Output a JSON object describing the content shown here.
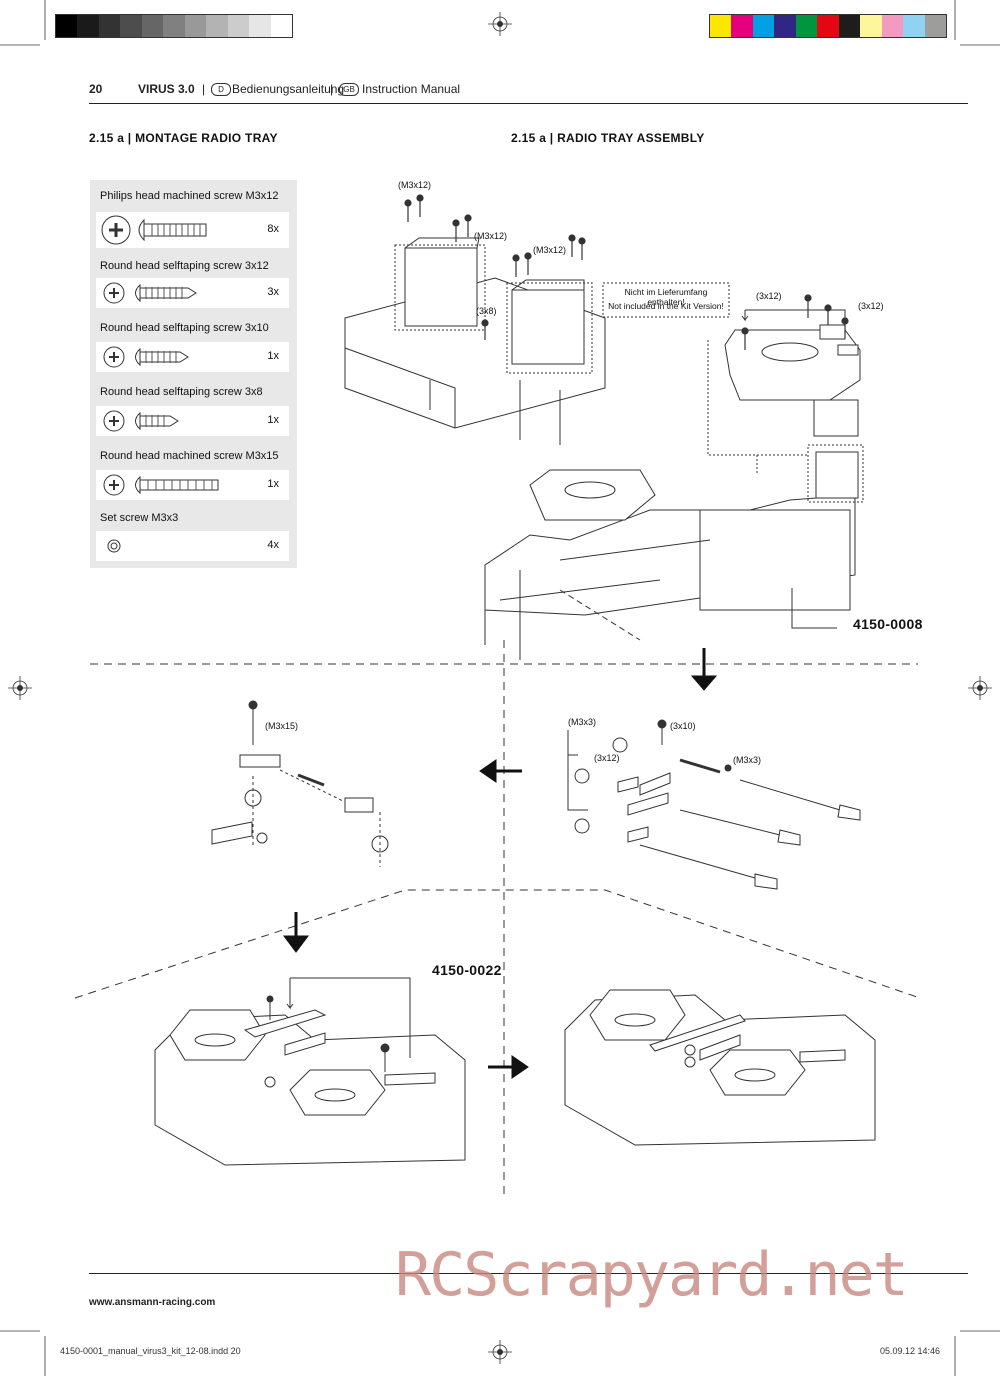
{
  "header": {
    "page_number": "20",
    "model": "VIRUS 3.0",
    "lang_de_badge": "D",
    "lang_de_label": "Bedienungsanleitung",
    "lang_gb_badge": "GB",
    "lang_gb_label": "Instruction Manual"
  },
  "sections": {
    "left_title": "2.15 a | MONTAGE RADIO TRAY",
    "right_title": "2.15 a | RADIO TRAY ASSEMBLY"
  },
  "parts_list": [
    {
      "name": "Philips head machined screw   M3x12",
      "qty": "8x",
      "icon": "philips-screw-icon"
    },
    {
      "name": "Round head selftaping screw   3x12",
      "qty": "3x",
      "icon": "selftaping-screw-icon"
    },
    {
      "name": "Round head selftaping screw   3x10",
      "qty": "1x",
      "icon": "selftaping-screw-icon"
    },
    {
      "name": "Round head selftaping screw   3x8",
      "qty": "1x",
      "icon": "selftaping-screw-icon"
    },
    {
      "name": "Round head machined screw   M3x15",
      "qty": "1x",
      "icon": "machined-screw-icon"
    },
    {
      "name": "Set screw   M3x3",
      "qty": "4x",
      "icon": "set-screw-icon"
    }
  ],
  "callouts": {
    "servo_screws_1": "(M3x12)",
    "servo_screws_2": "(M3x12)",
    "servo_screws_3": "(M3x12)",
    "screw_3x8": "(3x8)",
    "box_screws_a": "(3x12)",
    "box_screws_b": "(3x12)",
    "not_included_de": "Nicht im Lieferumfang enthalten!",
    "not_included_en": "Not included in the Kit Version!",
    "linkage_m3x15": "(M3x15)",
    "linkage_m3x3_a": "(M3x3)",
    "linkage_3x10": "(3x10)",
    "linkage_3x12": "(3x12)",
    "linkage_m3x3_b": "(M3x3)"
  },
  "part_numbers": {
    "tray": "4150-0008",
    "linkage": "4150-0022"
  },
  "footer": {
    "website": "www.ansmann-racing.com",
    "file": "4150-0001_manual_virus3_kit_12-08.indd   20",
    "date": "05.09.12   14:46",
    "watermark": "RCScrapyard.net"
  },
  "color_bar": [
    "#ffe600",
    "#e6007e",
    "#00a0e3",
    "#312783",
    "#009640",
    "#e30613",
    "#1d1d1b",
    "#fff59a",
    "#f49ac1",
    "#8fd2f2",
    "#9d9d9c"
  ]
}
